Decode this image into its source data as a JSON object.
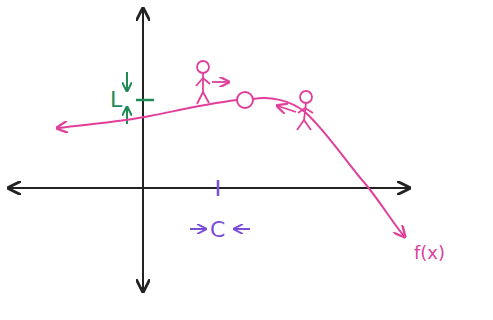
{
  "diagram": {
    "labels": [
      "L",
      "C",
      "f(x)"
    ]
  }
}
